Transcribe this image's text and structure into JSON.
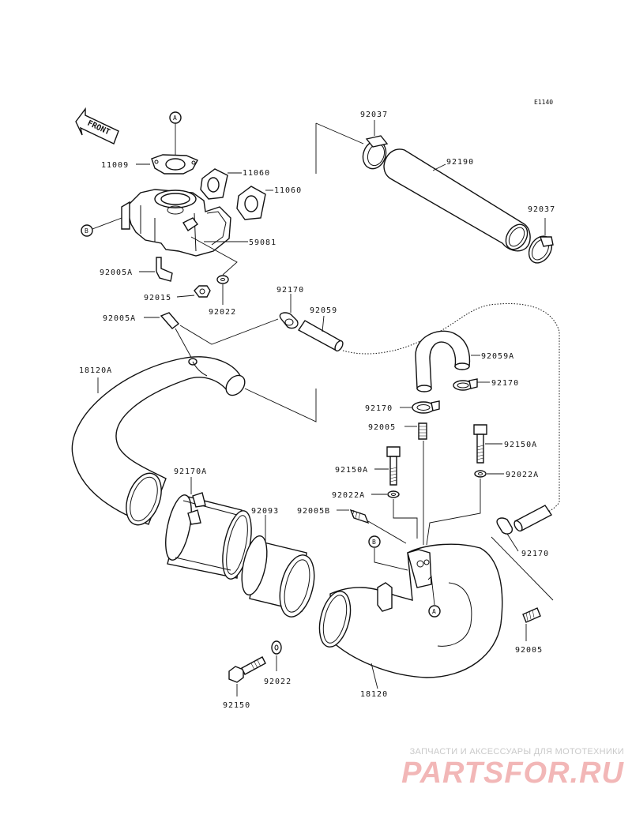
{
  "diagram_code": "E1140",
  "front_label": "FRONT",
  "ref_markers": {
    "a": "A",
    "b": "B"
  },
  "parts": {
    "p11009": "11009",
    "p11060_1": "11060",
    "p11060_2": "11060",
    "p59081": "59081",
    "p92005a_1": "92005A",
    "p92015": "92015",
    "p92022_1": "92022",
    "p92005a_2": "92005A",
    "p92170_1": "92170",
    "p92059": "92059",
    "p92037_1": "92037",
    "p92190": "92190",
    "p92037_2": "92037",
    "p18120a": "18120A",
    "p92059a": "92059A",
    "p92170_2": "92170",
    "p92170_3": "92170",
    "p92005_1": "92005",
    "p92150a_1": "92150A",
    "p92150a_2": "92150A",
    "p92022a_1": "92022A",
    "p92022a_2": "92022A",
    "p92170a": "92170A",
    "p92093": "92093",
    "p92005b": "92005B",
    "p92170_4": "92170",
    "p92005_2": "92005",
    "p92022_2": "92022",
    "p92150": "92150",
    "p18120": "18120"
  },
  "watermark": {
    "tagline": "ЗАПЧАСТИ И АКСЕССУАРЫ ДЛЯ МОТОТЕХНИКИ",
    "logo": "PARTSFOR.RU"
  }
}
